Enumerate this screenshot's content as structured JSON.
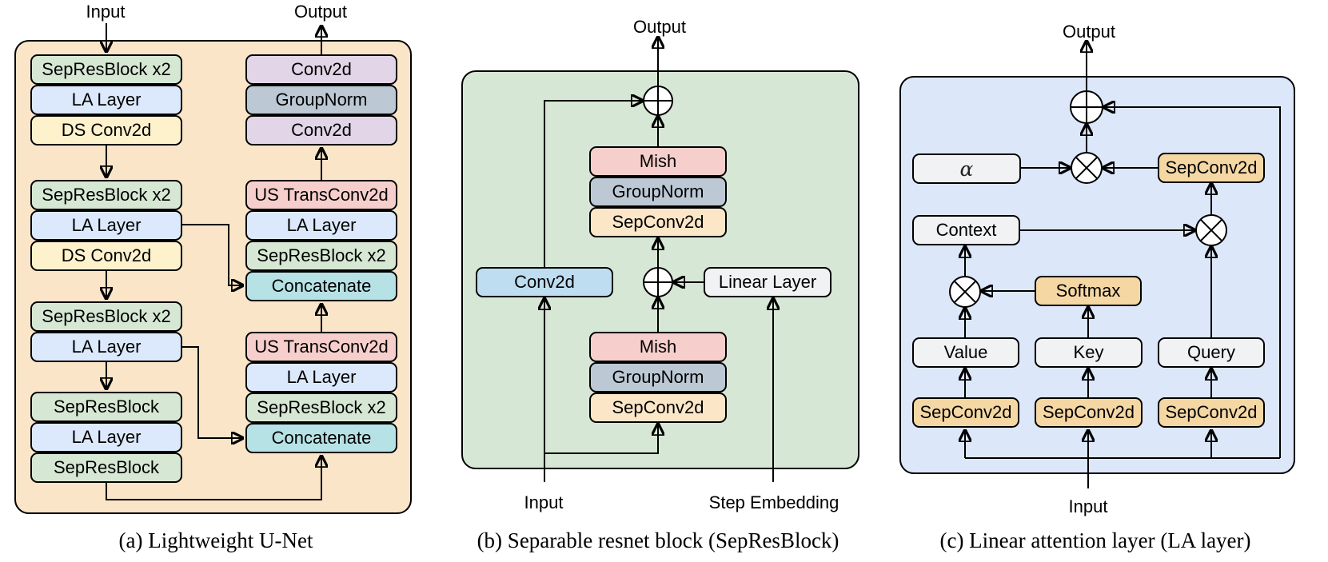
{
  "figure": {
    "panel_a": {
      "caption": "(a) Lightweight U-Net",
      "input_label": "Input",
      "output_label": "Output",
      "encoder": [
        {
          "rows": [
            "SepResBlock x2",
            "LA Layer",
            "DS Conv2d"
          ]
        },
        {
          "rows": [
            "SepResBlock x2",
            "LA Layer",
            "DS Conv2d"
          ]
        },
        {
          "rows": [
            "SepResBlock x2",
            "LA Layer"
          ]
        },
        {
          "rows": [
            "SepResBlock",
            "LA Layer",
            "SepResBlock"
          ]
        }
      ],
      "decoder": [
        {
          "rows": [
            "Conv2d",
            "GroupNorm",
            "Conv2d"
          ]
        },
        {
          "rows": [
            "US TransConv2d",
            "LA Layer",
            "SepResBlock x2",
            "Concatenate"
          ]
        },
        {
          "rows": [
            "US TransConv2d",
            "LA Layer",
            "SepResBlock x2",
            "Concatenate"
          ]
        }
      ]
    },
    "panel_b": {
      "caption": "(b) Separable resnet block (SepResBlock)",
      "output_label": "Output",
      "input_label": "Input",
      "step_embedding_label": "Step Embedding",
      "conv2d": "Conv2d",
      "linear_layer": "Linear Layer",
      "upper_stack": [
        "Mish",
        "GroupNorm",
        "SepConv2d"
      ],
      "lower_stack": [
        "Mish",
        "GroupNorm",
        "SepConv2d"
      ]
    },
    "panel_c": {
      "caption": "(c) Linear attention layer (LA layer)",
      "output_label": "Output",
      "input_label": "Input",
      "alpha": "α",
      "context": "Context",
      "softmax": "Softmax",
      "sepconv_out": "SepConv2d",
      "value": "Value",
      "key": "Key",
      "query": "Query",
      "sepconv_branches": [
        "SepConv2d",
        "SepConv2d",
        "SepConv2d"
      ]
    },
    "icons": {
      "add_node": "circled-plus",
      "multiply_node": "circled-times"
    },
    "palette": {
      "panel_a_bg": "#FAE5C8",
      "panel_b_bg": "#D7E7D5",
      "panel_c_bg": "#DCE7FA",
      "green": "#D6E8D4",
      "blue": "#DCE9FC",
      "yellow": "#FEF2CD",
      "purple": "#E2D5E7",
      "slate": "#BCC9D5",
      "pink": "#F6CFCC",
      "teal": "#B6E2E6",
      "light_blue": "#BEDDF1",
      "gray": "#F1F2F3",
      "tan_light": "#FBE6C8",
      "tan_dark": "#F5D7A4",
      "line": "#000000"
    }
  }
}
